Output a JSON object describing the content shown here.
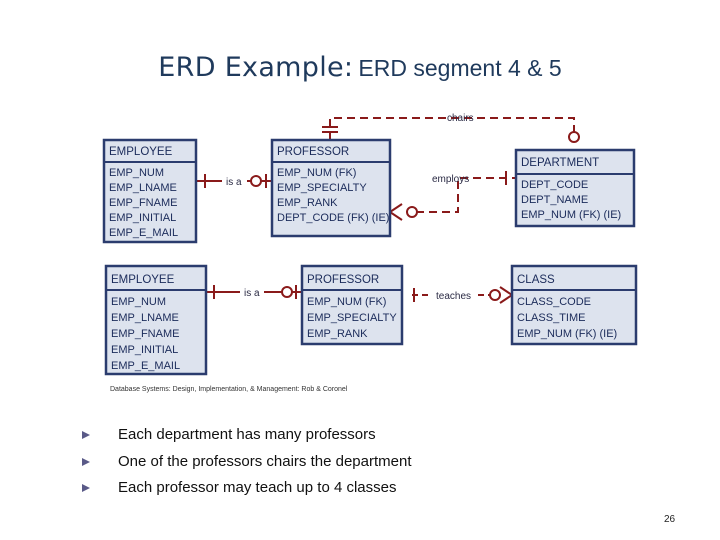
{
  "title": {
    "main": "ERD Example:",
    "sub": "ERD segment 4 & 5"
  },
  "entities": {
    "employee_top": {
      "name": "EMPLOYEE",
      "attrs": [
        "EMP_NUM",
        "EMP_LNAME",
        "EMP_FNAME",
        "EMP_INITIAL",
        "EMP_E_MAIL"
      ]
    },
    "professor_top": {
      "name": "PROFESSOR",
      "attrs": [
        "EMP_NUM (FK)",
        "EMP_SPECIALTY",
        "EMP_RANK",
        "DEPT_CODE (FK) (IE)"
      ]
    },
    "department": {
      "name": "DEPARTMENT",
      "attrs": [
        "DEPT_CODE",
        "DEPT_NAME",
        "EMP_NUM (FK) (IE)"
      ]
    },
    "employee_bottom": {
      "name": "EMPLOYEE",
      "attrs": [
        "EMP_NUM",
        "EMP_LNAME",
        "EMP_FNAME",
        "EMP_INITIAL",
        "EMP_E_MAIL"
      ]
    },
    "professor_bottom": {
      "name": "PROFESSOR",
      "attrs": [
        "EMP_NUM (FK)",
        "EMP_SPECIALTY",
        "EMP_RANK"
      ]
    },
    "class": {
      "name": "CLASS",
      "attrs": [
        "CLASS_CODE",
        "CLASS_TIME",
        "EMP_NUM (FK) (IE)"
      ]
    }
  },
  "relationships": {
    "chairs": "chairs",
    "is_a_top": "is a",
    "employs": "employs",
    "is_a_bottom": "is a",
    "teaches": "teaches"
  },
  "caption": "Database Systems: Design, Implementation, & Management: Rob & Coronel",
  "bullets": [
    "Each department has many professors",
    "One of the professors chairs the department",
    "Each professor may teach up to 4 classes"
  ],
  "page_number": "26",
  "colors": {
    "title": "#1f3a5c",
    "entity_border": "#2b3c6e",
    "entity_fill": "#dde3ee",
    "line": "#8a1a1a",
    "bullet": "#5a5a88"
  }
}
